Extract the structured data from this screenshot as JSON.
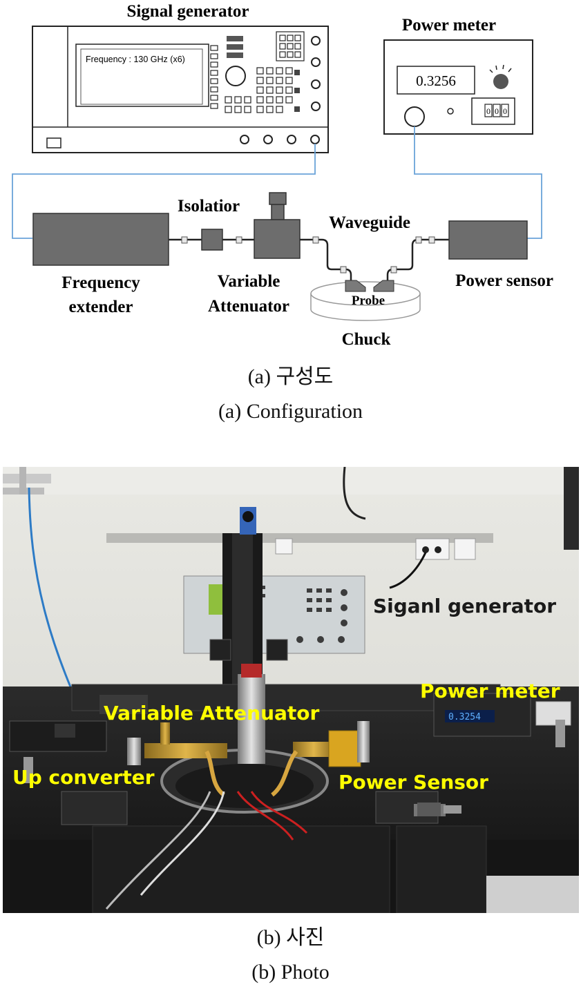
{
  "diagram": {
    "signal_generator_label": "Signal generator",
    "power_meter_label": "Power meter",
    "screen_text": "Frequency : 130 GHz (x6)",
    "power_reading": "0.3256",
    "counter_digits": [
      "0",
      "0",
      "0"
    ],
    "isolator_label": "Isolatior",
    "waveguide_label": "Waveguide",
    "frequency_extender_label_1": "Frequency",
    "frequency_extender_label_2": "extender",
    "variable_attenuator_label_1": "Variable",
    "variable_attenuator_label_2": "Attenuator",
    "power_sensor_label": "Power sensor",
    "probe_label": "Probe",
    "chuck_label": "Chuck"
  },
  "captions": {
    "a_korean": "(a)  구성도",
    "a_english": "(a)  Configuration",
    "b_korean": "(b)  사진",
    "b_english": "(b)  Photo"
  },
  "photo": {
    "labels": {
      "signal_generator": "Siganl generator",
      "power_meter": "Power meter",
      "variable_attenuator": "Variable Attenuator",
      "up_converter": "Up converter",
      "power_sensor": "Power Sensor"
    },
    "meter_display": "0.3254",
    "colors": {
      "label_yellow": "#ffff00",
      "label_dark": "#1a1a1a"
    }
  }
}
